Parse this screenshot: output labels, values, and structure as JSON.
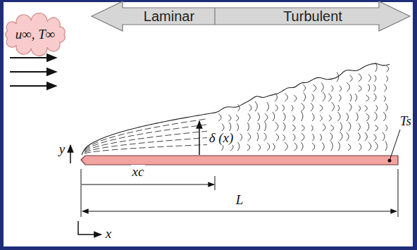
{
  "diagram": {
    "nodes": [
      {
        "text": [
          "Laminar",
          "Turbulent"
        ]
      },
      {
        "text": [
          "u∞, T∞"
        ]
      }
    ],
    "labels": [
      "y",
      "δ (x)",
      "Ts",
      "xc",
      "L",
      "x"
    ]
  }
}
